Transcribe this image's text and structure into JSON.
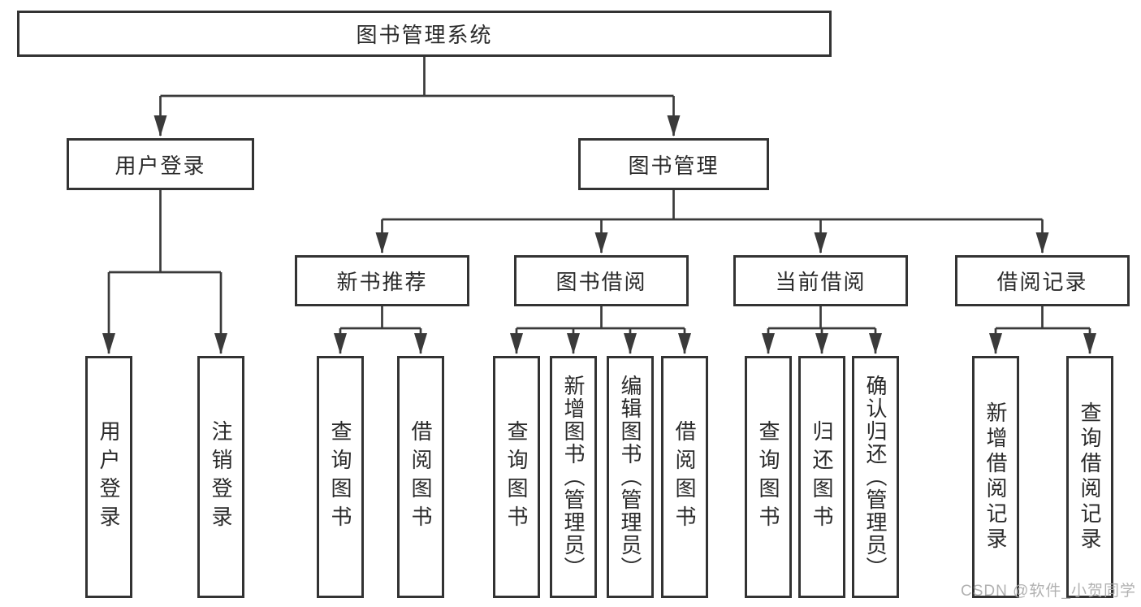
{
  "diagram": {
    "type": "tree",
    "title": "图书管理系统",
    "colors": {
      "line": "#3a3a3a",
      "box_border": "#333333",
      "box_fill": "#ffffff",
      "text": "#2a2a2a",
      "watermark": "#a9a9a9"
    },
    "root": {
      "label": "图书管理系统"
    },
    "level2": [
      {
        "label": "用户登录",
        "parent": "图书管理系统"
      },
      {
        "label": "图书管理",
        "parent": "图书管理系统"
      }
    ],
    "level3": [
      {
        "label": "新书推荐",
        "parent": "图书管理"
      },
      {
        "label": "图书借阅",
        "parent": "图书管理"
      },
      {
        "label": "当前借阅",
        "parent": "图书管理"
      },
      {
        "label": "借阅记录",
        "parent": "图书管理"
      }
    ],
    "leaves": [
      {
        "label": "用户登录",
        "parent": "用户登录"
      },
      {
        "label": "注销登录",
        "parent": "用户登录"
      },
      {
        "label": "查询图书",
        "parent": "新书推荐"
      },
      {
        "label": "借阅图书",
        "parent": "新书推荐"
      },
      {
        "label": "查询图书",
        "parent": "图书借阅"
      },
      {
        "label": "新增图书（管理员）",
        "parent": "图书借阅"
      },
      {
        "label": "编辑图书（管理员）",
        "parent": "图书借阅"
      },
      {
        "label": "借阅图书",
        "parent": "图书借阅"
      },
      {
        "label": "查询图书",
        "parent": "当前借阅"
      },
      {
        "label": "归还图书",
        "parent": "当前借阅"
      },
      {
        "label": "确认归还（管理员）",
        "parent": "当前借阅"
      },
      {
        "label": "新增借阅记录",
        "parent": "借阅记录"
      },
      {
        "label": "查询借阅记录",
        "parent": "借阅记录"
      }
    ],
    "watermark": "CSDN @软件_小贺同学"
  }
}
